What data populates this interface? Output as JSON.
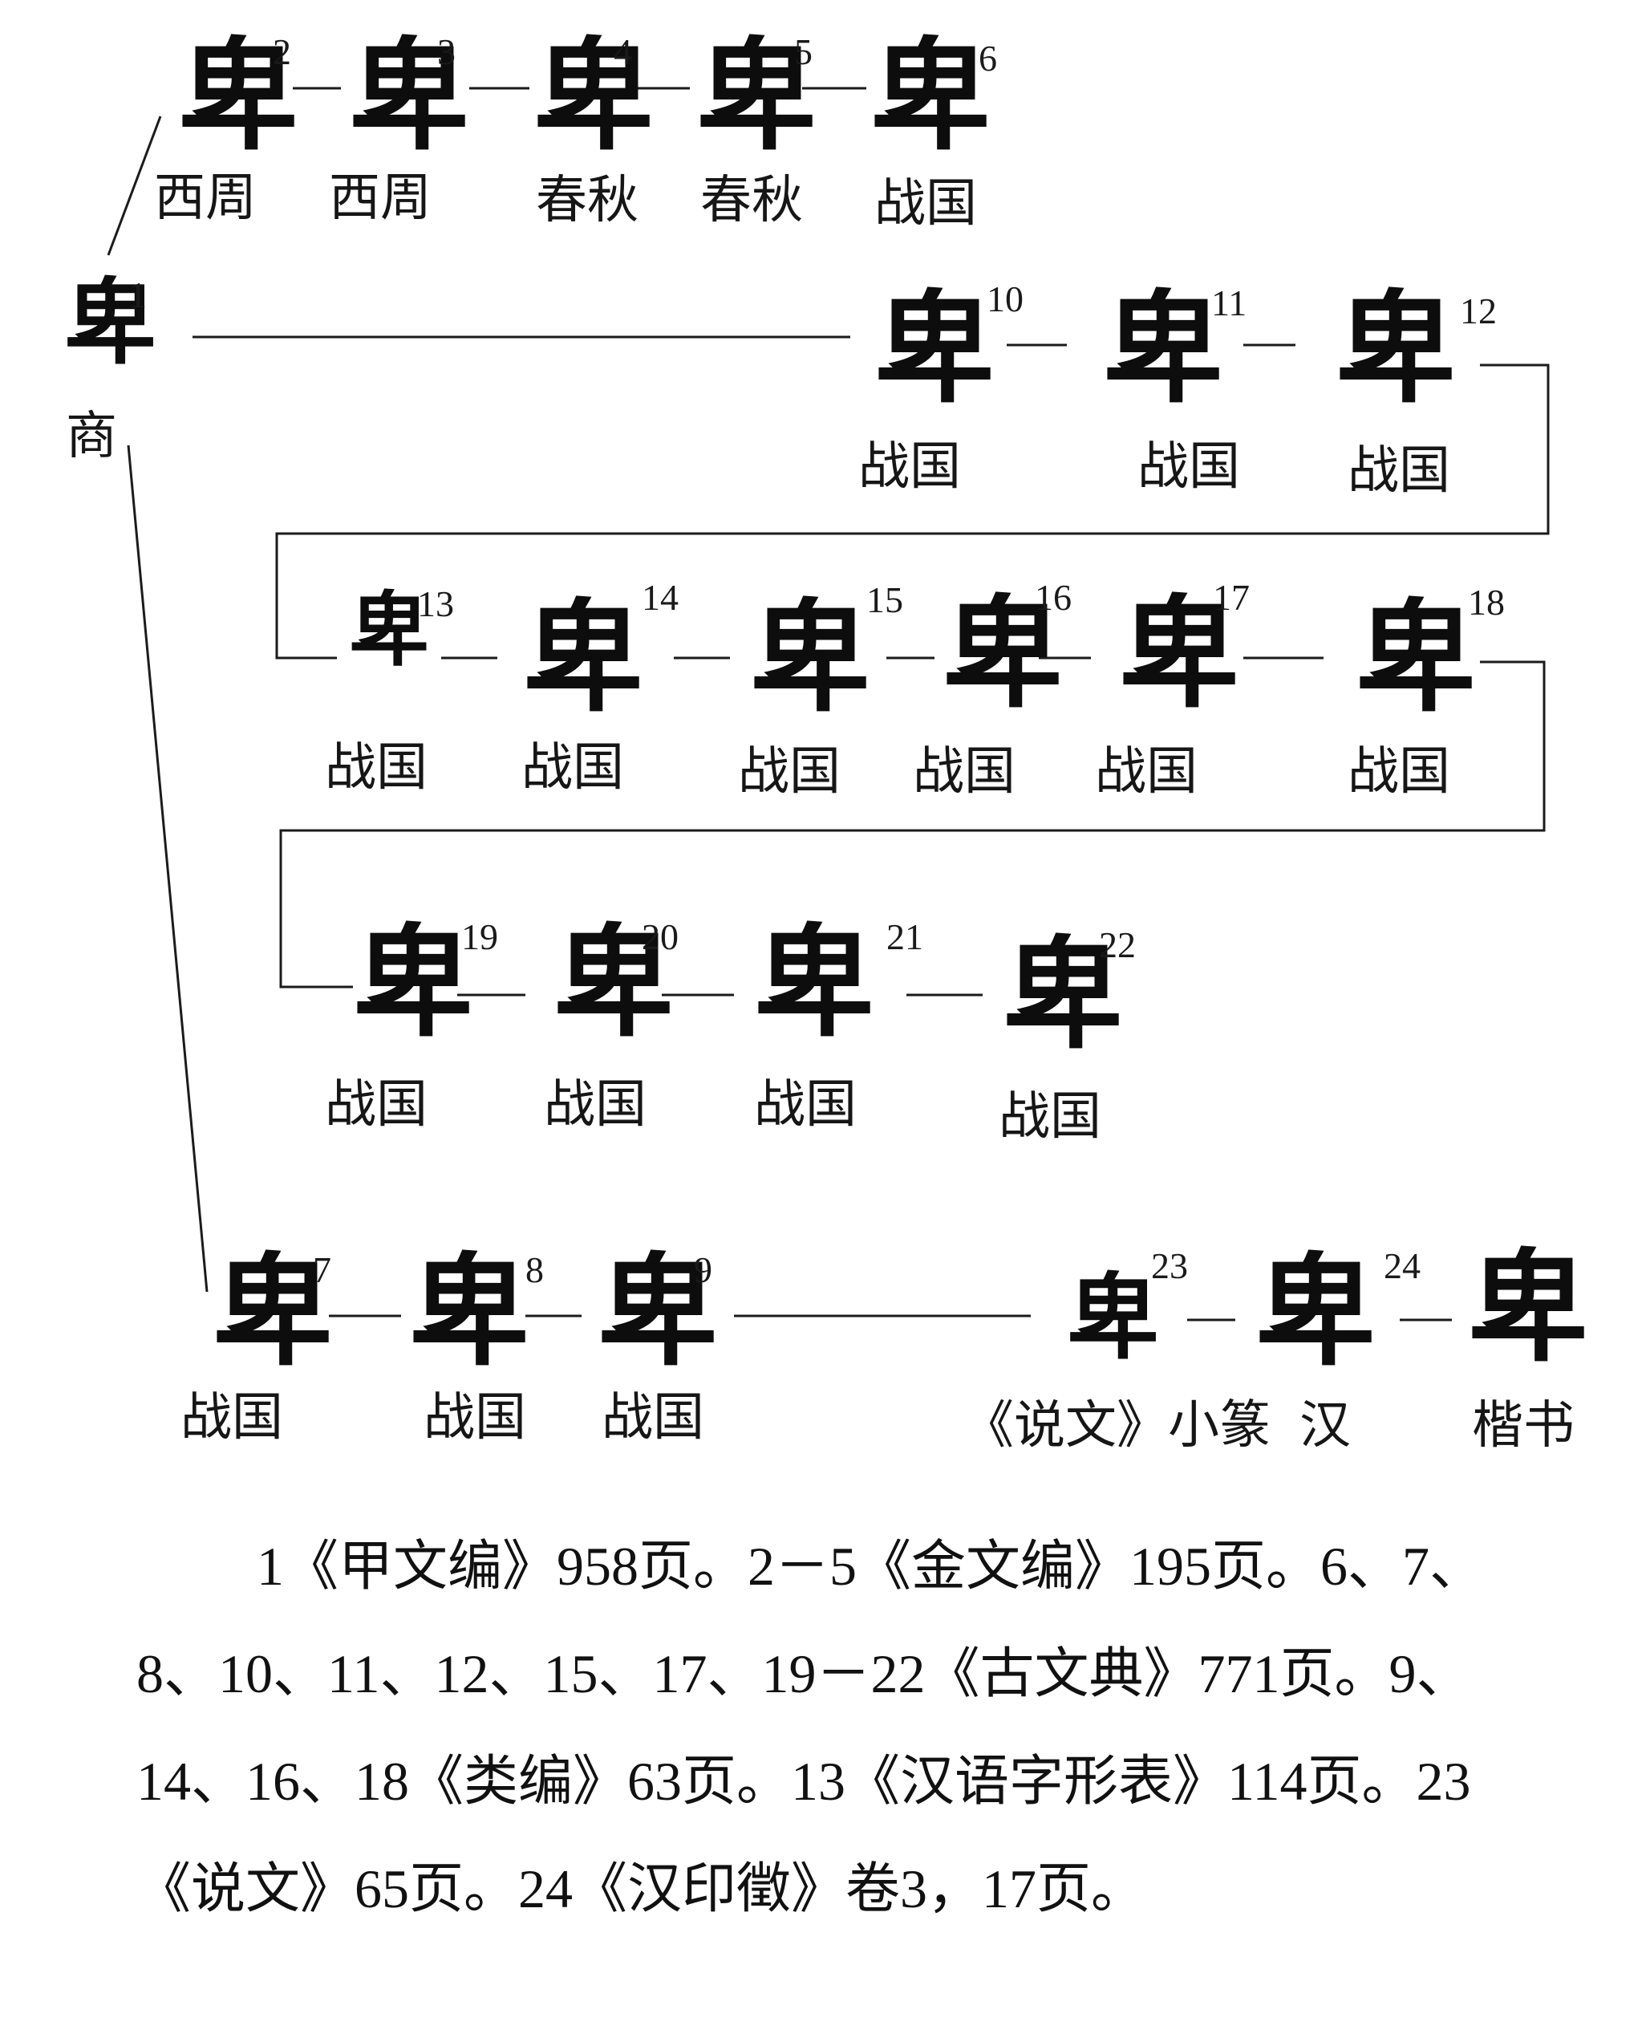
{
  "nodes": [
    {
      "id": "1",
      "glyph": "卑",
      "num": "1",
      "period": "商"
    },
    {
      "id": "2",
      "glyph": "卑",
      "num": "2",
      "period": "西周"
    },
    {
      "id": "3",
      "glyph": "卑",
      "num": "3",
      "period": "西周"
    },
    {
      "id": "4",
      "glyph": "卑",
      "num": "4",
      "period": "春秋"
    },
    {
      "id": "5",
      "glyph": "卑",
      "num": "5",
      "period": "春秋"
    },
    {
      "id": "6",
      "glyph": "卑",
      "num": "6",
      "period": "战国"
    },
    {
      "id": "10",
      "glyph": "卑",
      "num": "10",
      "period": "战国"
    },
    {
      "id": "11",
      "glyph": "卑",
      "num": "11",
      "period": "战国"
    },
    {
      "id": "12",
      "glyph": "卑",
      "num": "12",
      "period": "战国"
    },
    {
      "id": "13",
      "glyph": "卑",
      "num": "13",
      "period": "战国"
    },
    {
      "id": "14",
      "glyph": "卑",
      "num": "14",
      "period": "战国"
    },
    {
      "id": "15",
      "glyph": "卑",
      "num": "15",
      "period": "战国"
    },
    {
      "id": "16",
      "glyph": "卑",
      "num": "16",
      "period": "战国"
    },
    {
      "id": "17",
      "glyph": "卑",
      "num": "17",
      "period": "战国"
    },
    {
      "id": "18",
      "glyph": "卑",
      "num": "18",
      "period": "战国"
    },
    {
      "id": "19",
      "glyph": "卑",
      "num": "19",
      "period": "战国"
    },
    {
      "id": "20",
      "glyph": "卑",
      "num": "20",
      "period": "战国"
    },
    {
      "id": "21",
      "glyph": "卑",
      "num": "21",
      "period": "战国"
    },
    {
      "id": "22",
      "glyph": "卑",
      "num": "22",
      "period": "战国"
    },
    {
      "id": "7",
      "glyph": "卑",
      "num": "7",
      "period": "战国"
    },
    {
      "id": "8",
      "glyph": "卑",
      "num": "8",
      "period": "战国"
    },
    {
      "id": "9",
      "glyph": "卑",
      "num": "9",
      "period": "战国"
    },
    {
      "id": "23",
      "glyph": "卑",
      "num": "23",
      "period": "《说文》小篆"
    },
    {
      "id": "24",
      "glyph": "卑",
      "num": "24",
      "period": "汉"
    },
    {
      "id": "kaishu",
      "glyph": "卑",
      "num": "",
      "period": "楷书"
    }
  ],
  "caption": "1《甲文编》958页。2－5《金文编》195页。6、7、8、10、11、12、15、17、19－22《古文典》771页。9、14、16、18《类编》63页。13《汉语字形表》114页。23《说文》65页。24《汉印徵》卷3，17页。"
}
